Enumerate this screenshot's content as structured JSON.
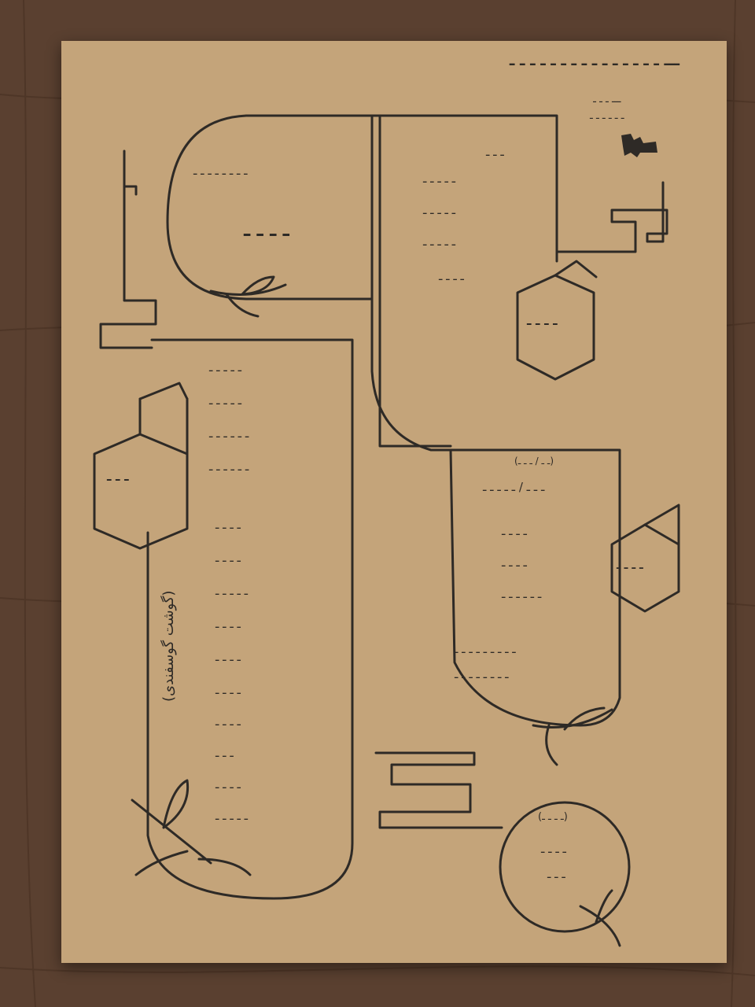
{
  "header": {
    "line": "ـــ ـ ـ ـ ـ ـ ـ ـ ـ ـ ـ ـ ـ ـ ـ ـ"
  },
  "side_note": {
    "line1": "ـــ ـ ـ ـ",
    "line2": "ـ ـ ـ ـ ـ ـ"
  },
  "sections": {
    "upper_left": {
      "subtitle": "ـ ـ ـ ـ ـ ـ ـ ـ",
      "title": "ـ ـ ـ ـ"
    },
    "top_right": {
      "items": [
        "ـ ـ ـ",
        "ـ ـ ـ ـ ـ",
        "ـ ـ ـ ـ ـ",
        "ـ ـ ـ ـ ـ",
        "ـ ـ ـ ـ"
      ],
      "hex_label": "ـ ـ ـ ـ"
    },
    "left": {
      "hex_label": "ـ ـ ـ",
      "group1": [
        "ـ ـ ـ ـ ـ",
        "ـ ـ ـ ـ ـ",
        "ـ ـ ـ ـ ـ ـ",
        "ـ ـ ـ ـ ـ ـ"
      ],
      "group2": [
        "ـ ـ ـ ـ",
        "ـ ـ ـ ـ",
        "ـ ـ ـ ـ ـ",
        "ـ ـ ـ ـ",
        "ـ ـ ـ ـ",
        "ـ ـ ـ ـ",
        "ـ ـ ـ ـ",
        "ـ ـ ـ",
        "ـ ـ ـ ـ",
        "ـ ـ ـ ـ ـ"
      ],
      "vertical_label": "(گوشت گوسفندی)"
    },
    "right_middle": {
      "hex_label": "ـ ـ ـ ـ",
      "subtitle": "(ـ ـ / ـ ـ ـ)",
      "items": [
        "ـ ـ ـ / ـ ـ ـ ـ ـ",
        "ـ ـ ـ ـ",
        "ـ ـ ـ ـ",
        "ـ ـ ـ ـ ـ ـ",
        "ـ ـ ـ ـ ـ ـ ـ ـ ـ",
        "ـ ـ ـ ـ ـ ـ ـ ـ"
      ]
    },
    "circle": {
      "subtitle": "(ـ ـ ـ ـ)",
      "items": [
        "ـ ـ ـ ـ",
        "ـ ـ ـ"
      ]
    }
  },
  "colors": {
    "paper": "#c4a47a",
    "ink": "#2e2a26",
    "wood": "#5a4030"
  }
}
